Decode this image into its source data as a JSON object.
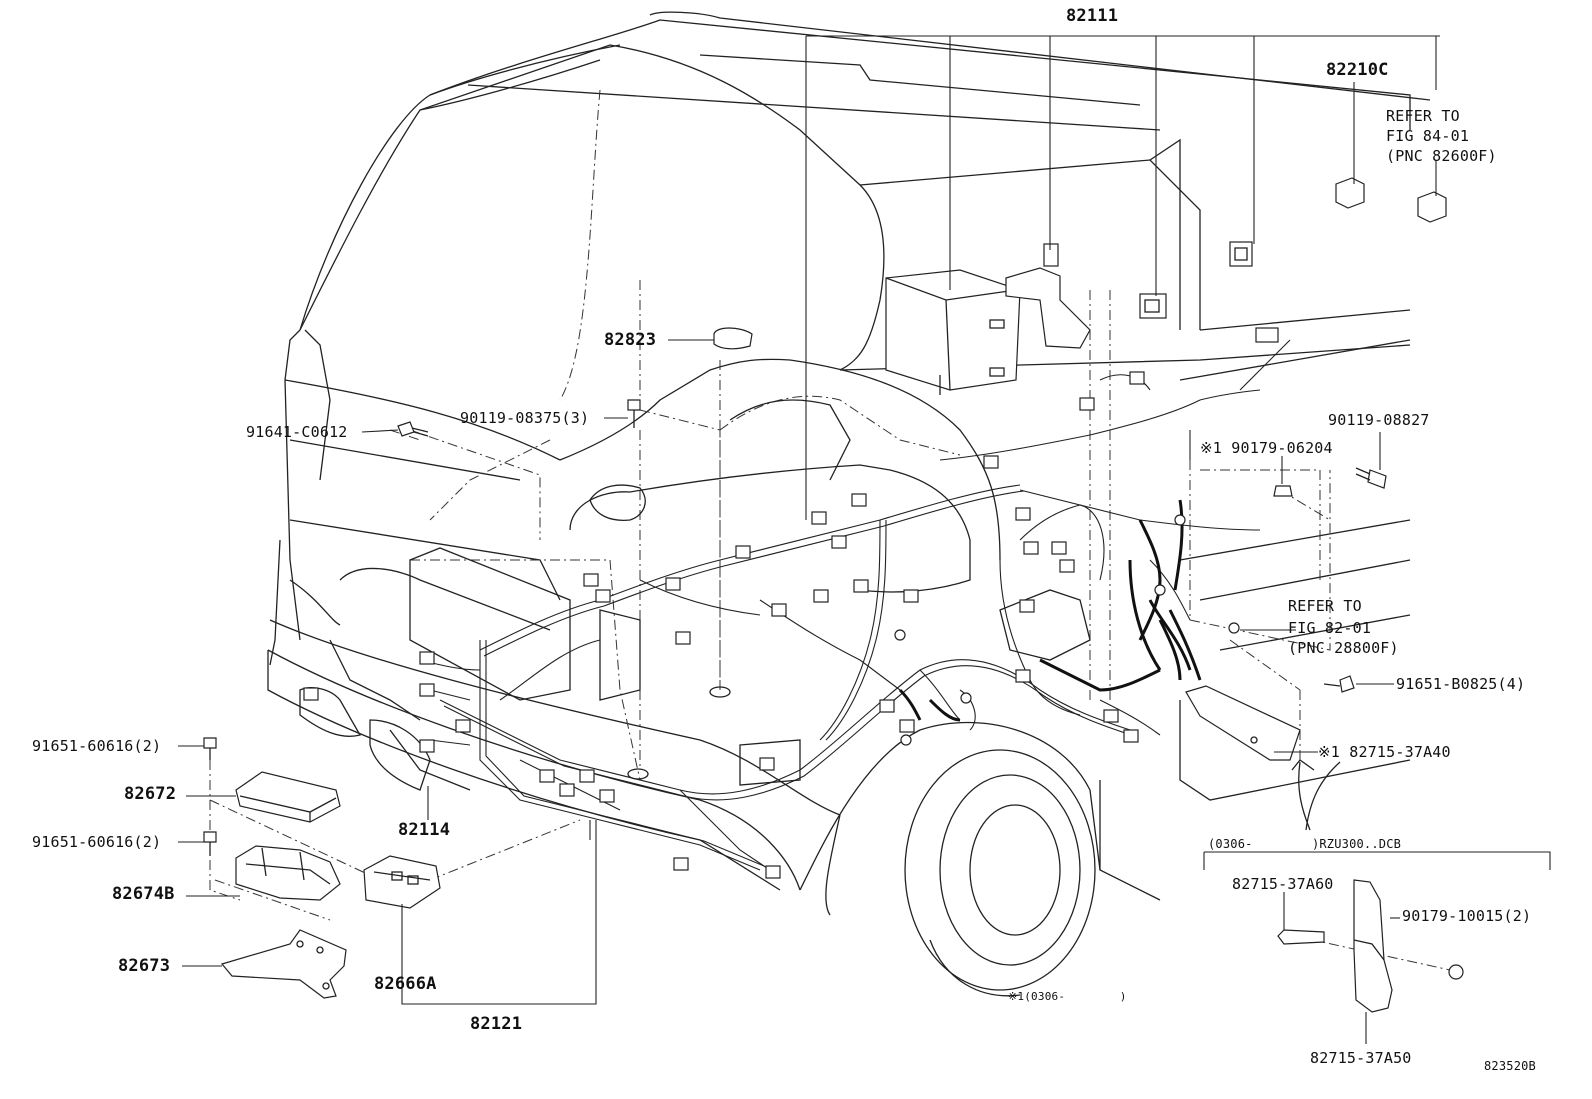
{
  "labels": {
    "p82111": "82111",
    "p82210C": "82210C",
    "refer1": "REFER TO",
    "fig1": "FIG 84-01",
    "pnc1": "(PNC 82600F)",
    "p82823": "82823",
    "p91641": "91641-C0612",
    "p90119_08375": "90119-08375(3)",
    "p90119_08827": "90119-08827",
    "p90179_06204": "※1 90179-06204",
    "refer2": "REFER TO",
    "fig2": "FIG 82-01",
    "pnc2": "(PNC 28800F)",
    "p91651_B0825": "91651-B0825(4)",
    "p82715_37A40": "※1 82715-37A40",
    "p91651_60616a": "91651-60616(2)",
    "p82672": "82672",
    "p91651_60616b": "91651-60616(2)",
    "p82674B": "82674B",
    "p82673": "82673",
    "p82114": "82114",
    "p82666A": "82666A",
    "p82121": "82121",
    "box_header": "(0306-        )RZU300..DCB",
    "p82715_37A60": "82715-37A60",
    "p90179_10015": "90179-10015(2)",
    "p82715_37A50": "82715-37A50",
    "note1": "※1(0306-        )",
    "fig_id": "823520B"
  }
}
